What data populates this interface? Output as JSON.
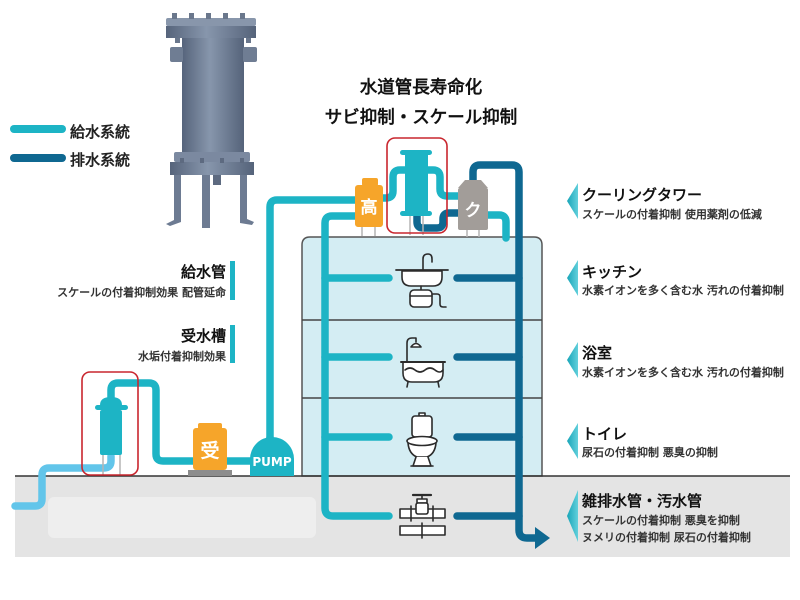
{
  "colors": {
    "supply": "#1db4c5",
    "drain": "#0f6891",
    "inlet": "#62c5ea",
    "highlight": "#c9262e",
    "tank_orange": "#f6a52a",
    "tank_gray": "#a29d99",
    "building": "#d4edf3",
    "ground": "#e4e4e4"
  },
  "legend": [
    {
      "label": "給水系統",
      "kind": "supply"
    },
    {
      "label": "排水系統",
      "kind": "drain"
    }
  ],
  "title": {
    "line1": "水道管長寿命化",
    "line2": "サビ抑制・スケール抑制"
  },
  "tanks": {
    "elevated": "高",
    "cooling": "ク",
    "receiving": "受",
    "pump": "PUMP"
  },
  "left_labels": [
    {
      "title": "給水管",
      "sub": "スケールの付着抑制効果 配管延命"
    },
    {
      "title": "受水槽",
      "sub": "水垢付着抑制効果"
    }
  ],
  "right_labels": [
    {
      "title": "クーリングタワー",
      "lines": [
        "スケールの付着抑制 使用薬剤の低減"
      ]
    },
    {
      "title": "キッチン",
      "lines": [
        "水素イオンを多く含む水 汚れの付着抑制"
      ]
    },
    {
      "title": "浴室",
      "lines": [
        "水素イオンを多く含む水 汚れの付着抑制"
      ]
    },
    {
      "title": "トイレ",
      "lines": [
        "尿石の付着抑制 悪臭の抑制"
      ]
    },
    {
      "title": "雑排水管・汚水管",
      "lines": [
        "スケールの付着抑制 悪臭を抑制",
        "ヌメリの付着抑制 尿石の付着抑制"
      ]
    }
  ],
  "icons": {
    "product_photo": "filter-unit-photo",
    "kitchen": "kitchen-sink-icon",
    "bath": "bathtub-icon",
    "toilet": "toilet-icon",
    "sewer": "valve-pipe-icon",
    "label_marker": "triangle-marker-icon",
    "outflow": "arrow-right-icon"
  }
}
